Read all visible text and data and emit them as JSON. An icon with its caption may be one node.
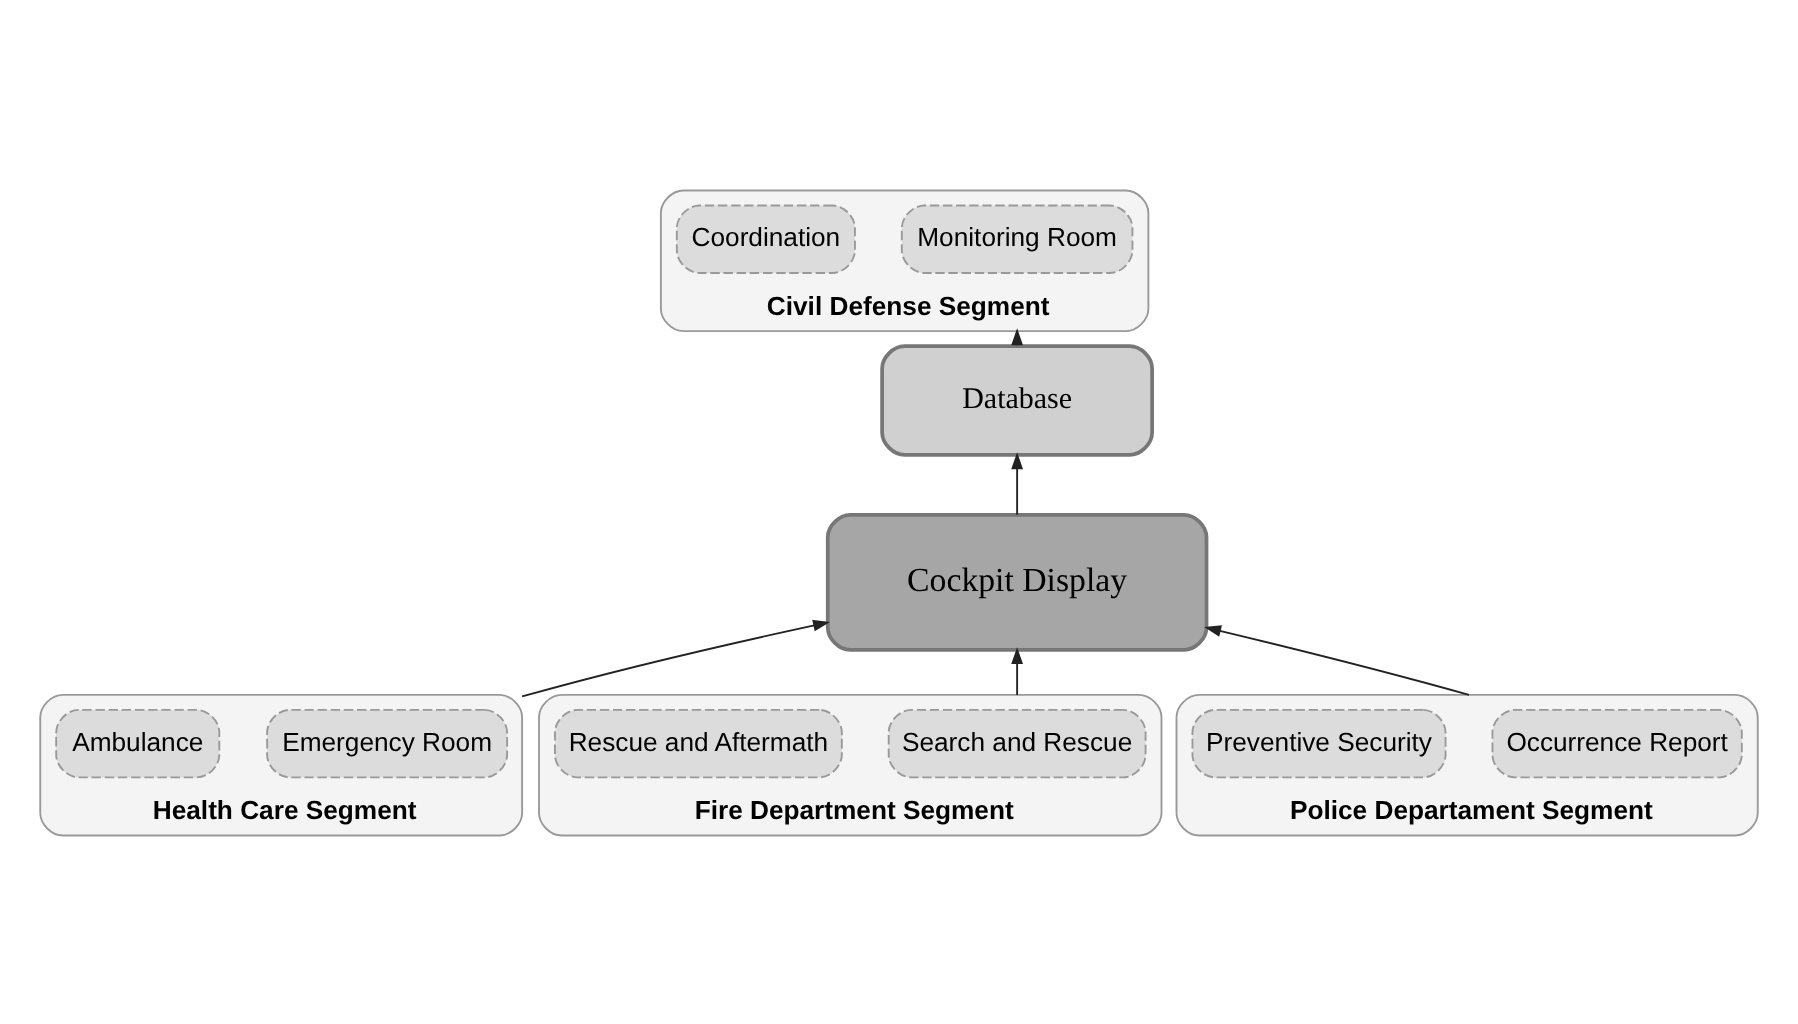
{
  "diagram": {
    "nodes": [
      {
        "text": [
          "Civil Defense Segment"
        ]
      },
      {
        "text": [
          "Monitoring Room"
        ],
        "in": 0
      },
      {
        "text": [
          "Coordination"
        ],
        "in": 0
      },
      {
        "text": [
          "Database"
        ]
      },
      {
        "text": [
          "Cockpit Display"
        ]
      },
      {
        "text": [
          "Health Care Segment"
        ]
      },
      {
        "text": [
          "Emergency Room"
        ],
        "in": 5
      },
      {
        "text": [
          "Ambulance"
        ],
        "in": 5
      },
      {
        "text": [
          "Fire Department Segment"
        ]
      },
      {
        "text": [
          "Search and Rescue"
        ],
        "in": 8
      },
      {
        "text": [
          "Rescue and Aftermath"
        ],
        "in": 8
      },
      {
        "text": [
          "Police Departament Segment"
        ]
      },
      {
        "text": [
          "Occurrence Report"
        ],
        "in": 11
      },
      {
        "text": [
          "Preventive Security"
        ],
        "in": 11
      }
    ],
    "edges": [
      {
        "from": 3,
        "to": 0,
        "arrow": "to"
      },
      {
        "from": 4,
        "to": 3,
        "arrow": "to"
      },
      {
        "from": 5,
        "to": 4,
        "arrow": "to"
      },
      {
        "from": 8,
        "to": 4,
        "arrow": "to"
      },
      {
        "from": 11,
        "to": 4,
        "arrow": "to"
      }
    ]
  }
}
